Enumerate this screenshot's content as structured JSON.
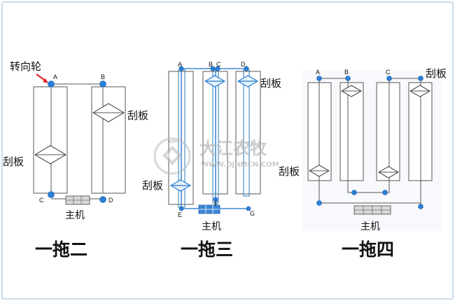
{
  "colors": {
    "accent": "#2a7fd8",
    "frame": "#c9dbe9",
    "watermark": "#b9b9b9"
  },
  "watermark": {
    "brand": "大江农牧",
    "url": "WWW.DJNMCN.COM",
    "logo_text": "DJNM"
  },
  "diagrams": [
    {
      "caption": "一拖二",
      "turn_wheel_label": "转向轮",
      "scraper_right_label": "刮板",
      "scraper_left_label": "刮板",
      "main_unit_label": "主机",
      "points": {
        "A": "A",
        "B": "B",
        "C": "C",
        "D": "D"
      }
    },
    {
      "caption": "一拖三",
      "scraper_top_label": "刮板",
      "scraper_left_label": "刮板",
      "main_unit_label": "主机",
      "points": {
        "A": "A",
        "B": "B",
        "C": "C",
        "D": "D",
        "E": "E",
        "F": "F",
        "G": "G"
      }
    },
    {
      "caption": "一拖四",
      "scraper_top_label": "刮板",
      "scraper_left_label": "刮板",
      "main_unit_label": "主机",
      "points": {
        "A": "A",
        "B": "B",
        "C": "C"
      }
    }
  ]
}
